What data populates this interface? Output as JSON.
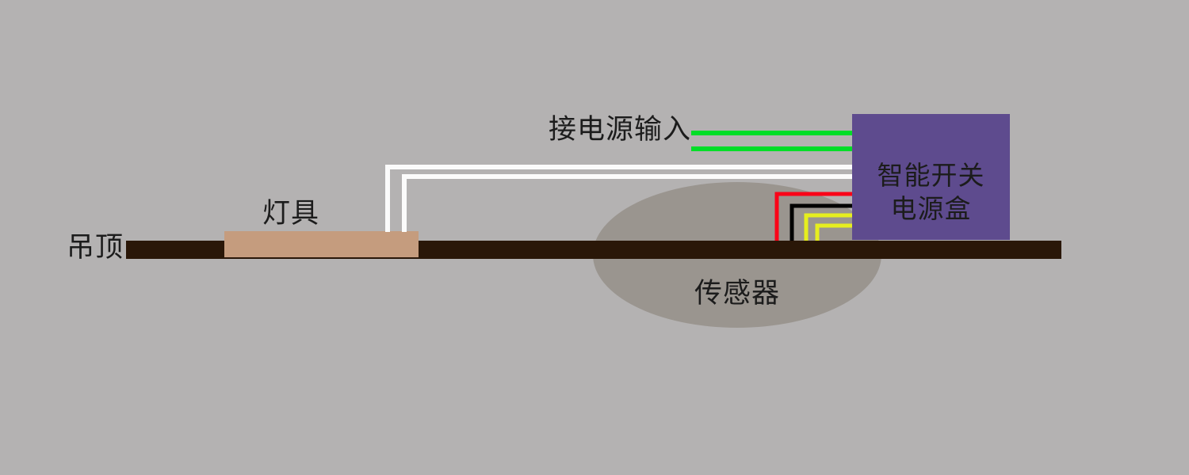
{
  "diagram": {
    "title_implicit": "智能开关电源盒接线示意图",
    "labels": {
      "ceiling": "吊顶",
      "lamp": "灯具",
      "power_input": "接电源输入",
      "switch_box_line1": "智能开关",
      "switch_box_line2": "电源盒",
      "sensor": "传感器"
    },
    "colors": {
      "background": "#b4b2b2",
      "text": "#1c1c1c",
      "ceiling_bar": "#2a1708",
      "lamp_fill": "#c59c7e",
      "switch_box_fill": "#5e4b8e",
      "sensor_fill": "#9a958f",
      "wire_green": "#00de28",
      "wire_white": "#fbfbfb",
      "wire_red": "#fa0418",
      "wire_black": "#000000",
      "wire_yellow": "#e6ee1e"
    }
  }
}
